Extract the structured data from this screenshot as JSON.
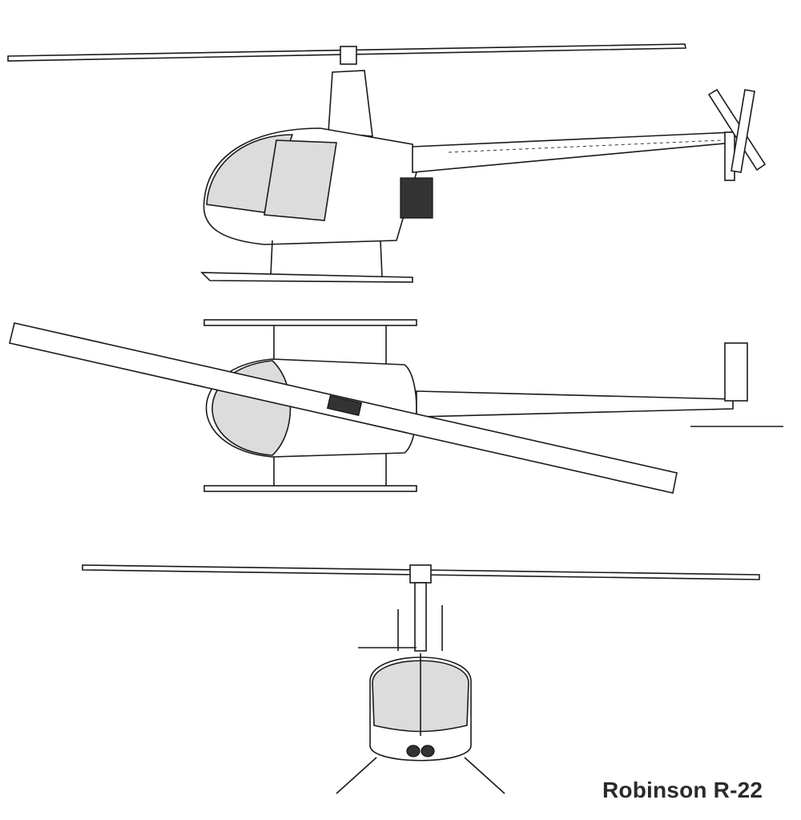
{
  "caption": "Robinson R-22",
  "views": [
    "side-view",
    "top-view",
    "front-view"
  ],
  "colors": {
    "line": "#1a1a1a",
    "glass": "#dcdcdc",
    "background": "#ffffff"
  }
}
